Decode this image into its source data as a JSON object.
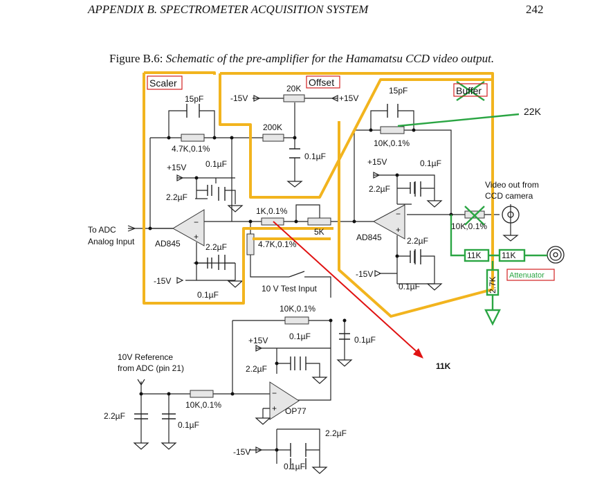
{
  "header": {
    "left": "APPENDIX B.  SPECTROMETER ACQUISITION SYSTEM",
    "page_number": "242"
  },
  "caption": {
    "prefix": "Figure B.6: ",
    "text": "Schematic of the pre-amplifier for the Hamamatsu CCD video output."
  },
  "annotations": {
    "scaler": "Scaler",
    "offset": "Offset",
    "buffer": "Buffer",
    "r22k": "22K",
    "r11k_a": "11K",
    "r11k_b": "11K",
    "r2_7k": "2.7K",
    "attenuator": "Attenuator",
    "r11k_red": "11K"
  },
  "schematic": {
    "c15pf_1": "15pF",
    "r4_7k_01": "4.7K,0.1%",
    "r200k": "200K",
    "neg15_1": "-15V",
    "pot20k": "20K",
    "pos15_1": "+15V",
    "c01_offset": "0.1µF",
    "pos15_2": "+15V",
    "c01_a": "0.1µF",
    "c22_a": "2.2µF",
    "to_adc_1": "To ADC",
    "to_adc_2": "Analog Input",
    "ad845_1": "AD845",
    "c22_b": "2.2µF",
    "neg15_2": "-15V",
    "c01_b": "0.1µF",
    "r1k": "1K,0.1%",
    "pot5k": "5K",
    "r4_7k_2": "4.7K,0.1%",
    "test_input": "10 V Test Input",
    "c15pf_2": "15pF",
    "r10k_buf": "10K,0.1%",
    "pos15_3": "+15V",
    "c01_c": "0.1µF",
    "c22_c": "2.2µF",
    "ad845_2": "AD845",
    "c22_d": "2.2µF",
    "neg15_3": "-15V",
    "c01_d": "0.1µF",
    "video_1": "Video out from",
    "video_2": "CCD camera",
    "r10k_out": "10K,0.1%",
    "r10k_fb": "10K,0.1%",
    "c01_e": "0.1µF",
    "ref_1": "10V Reference",
    "ref_2": "from ADC (pin 21)",
    "pos15_4": "+15V",
    "c01_f": "0.1µF",
    "c22_e": "2.2µF",
    "r10k_in": "10K,0.1%",
    "op77": "OP77",
    "c22_f": "2.2µF",
    "c01_g": "0.1µF",
    "c22_g": "2.2µF",
    "neg15_4": "-15V",
    "c01_h": "0.1µF"
  },
  "colors": {
    "highlight": "#f2b41e",
    "modification": "#2aa543",
    "arrow": "#e01212",
    "label_box": "#d22020",
    "component_fill": "#e6e6e6"
  }
}
